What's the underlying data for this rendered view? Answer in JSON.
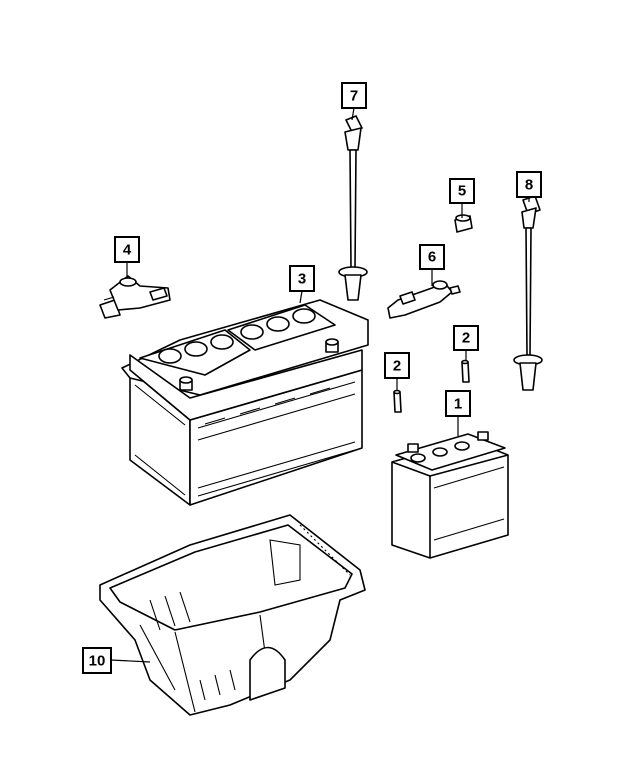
{
  "callouts": {
    "c1": "1",
    "c2a": "2",
    "c2b": "2",
    "c3": "3",
    "c4": "4",
    "c5": "5",
    "c6": "6",
    "c7": "7",
    "c8": "8",
    "c10": "10"
  },
  "colors": {
    "line": "#000000",
    "background": "#ffffff"
  }
}
